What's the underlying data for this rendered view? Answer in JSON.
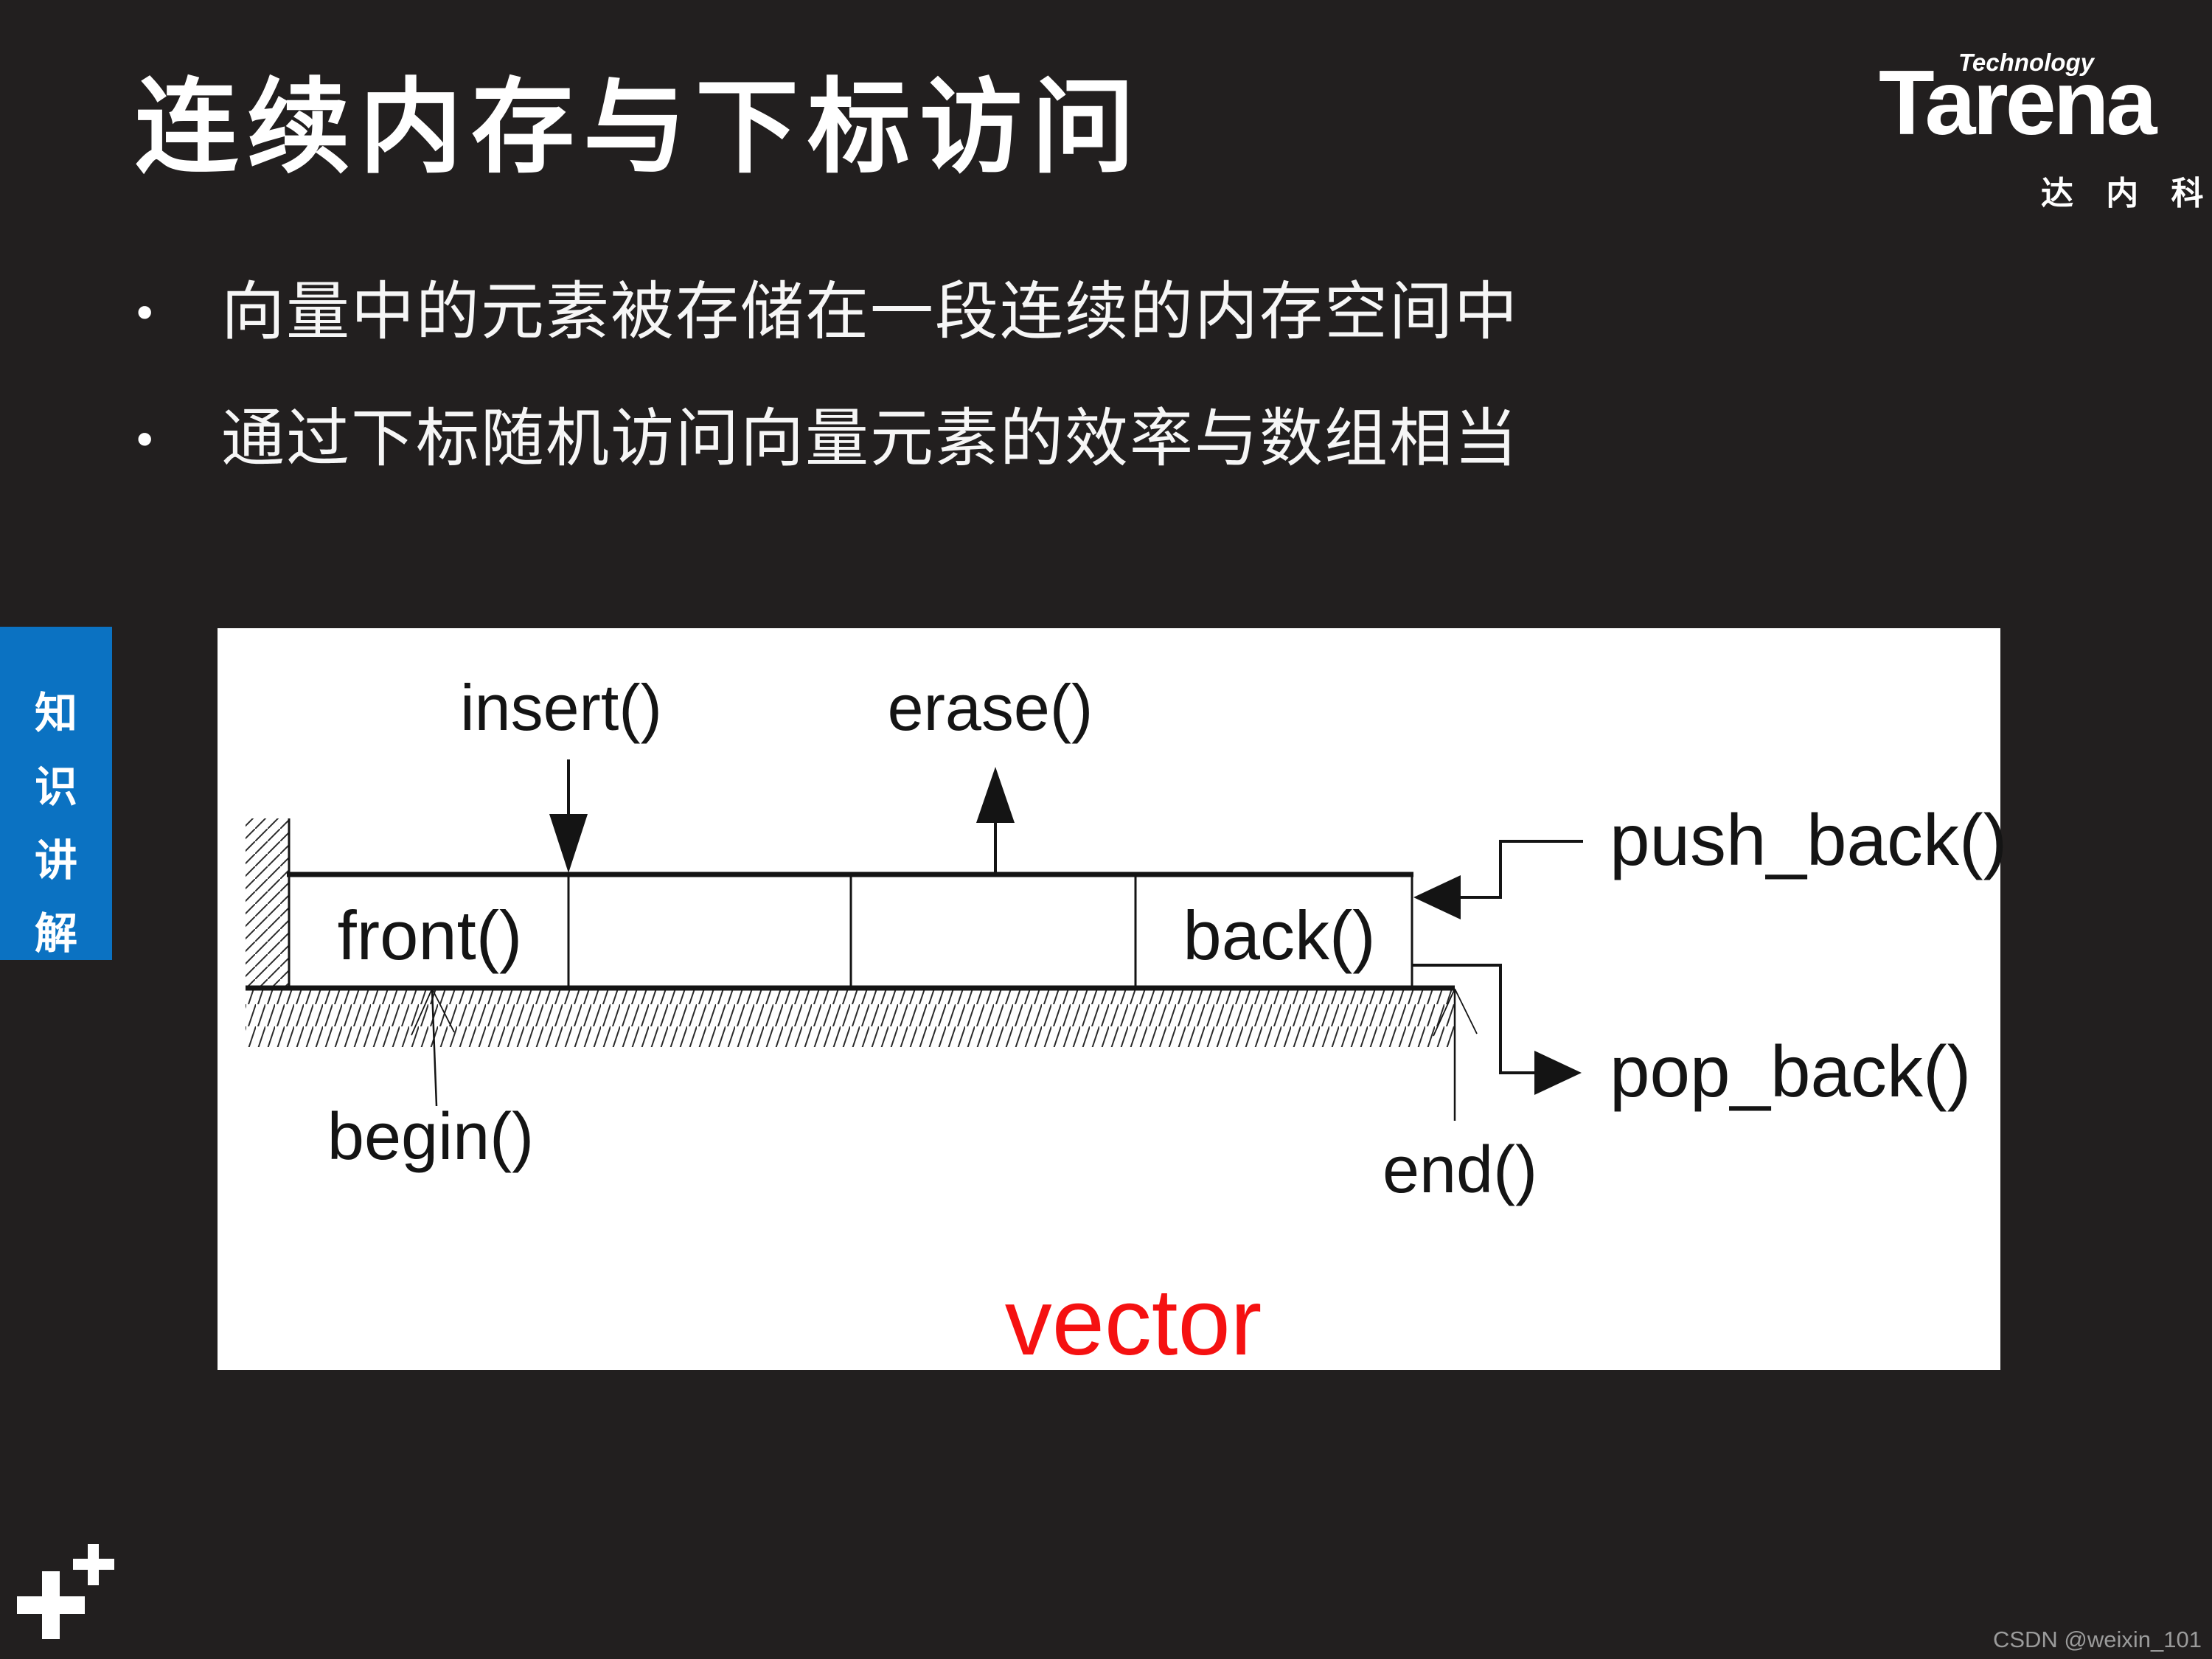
{
  "slide": {
    "title": "连续内存与下标访问",
    "bullet_marker": "•",
    "bullets": [
      "向量中的元素被存储在一段连续的内存空间中",
      "通过下标随机访问向量元素的效率与数组相当"
    ],
    "side_tab_label": "知识讲解",
    "watermark": "CSDN @weixin_101"
  },
  "logo": {
    "tagline": "Technology",
    "brand": "Tarena",
    "brand_cn": "达 内 科 技",
    "footer_icon": "plus-icon"
  },
  "diagram": {
    "labels": {
      "insert": "insert()",
      "erase": "erase()",
      "push_back": "push_back()",
      "pop_back": "pop_back()",
      "front": "front()",
      "back": "back()",
      "begin": "begin()",
      "end": "end()"
    },
    "caption": "vector",
    "caption_color": "#f51111"
  },
  "colors": {
    "background": "#221f1f",
    "accent_blue": "#0b72c2",
    "text_white": "#ffffff",
    "diagram_background": "#ffffff",
    "diagram_line": "#141414",
    "caption_red": "#f51111",
    "watermark_gray": "#9b9b9b"
  }
}
